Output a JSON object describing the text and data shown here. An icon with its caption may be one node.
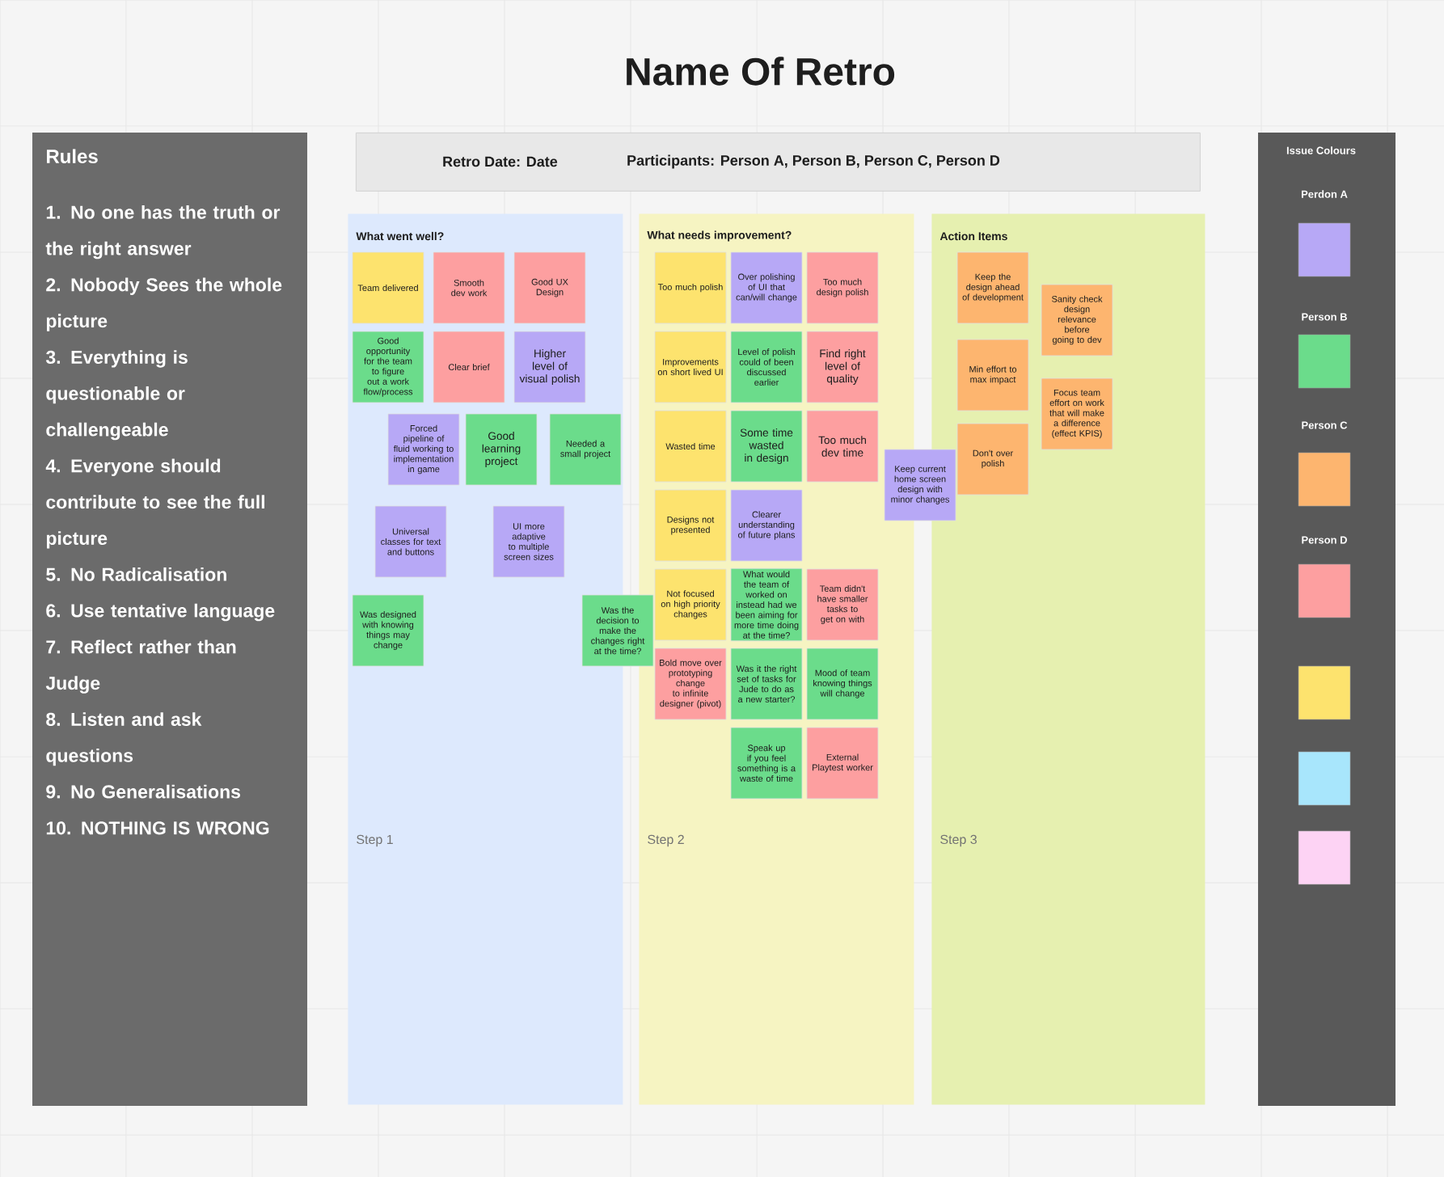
{
  "diagram": {
    "title": "Name Of Retro",
    "nodes": [
      {
        "text": [
          "Rules",
          "1. No one has the truth or the right answer",
          "2. Nobody Sees the whole picture",
          "3. Everything is questionable or challengeable",
          "4. Everyone should contribute to see the full picture",
          "5. No Radicalisation",
          "6. Use tentative language",
          "7. Reflect rather than Judge",
          "8. Listen and ask questions",
          "9. No Generalisations",
          "10. NOTHING IS WRONG"
        ]
      },
      {
        "text": [
          "Retro Date: Date",
          "Participants: Person A, Person B, Person C, Person D"
        ]
      },
      {
        "text": [
          "What went well?",
          "Step 1"
        ]
      },
      {
        "text": [
          "What needs improvement?",
          "Step 2"
        ]
      },
      {
        "text": [
          "Action Items",
          "Step 3"
        ]
      },
      {
        "text": [
          "Team delivered"
        ],
        "in": 2
      },
      {
        "text": [
          "Smooth dev work"
        ],
        "in": 2
      },
      {
        "text": [
          "Good UX Design"
        ],
        "in": 2
      },
      {
        "text": [
          "Higher level of visual polish"
        ],
        "in": 2
      },
      {
        "text": [
          "Clear brief"
        ],
        "in": 2
      },
      {
        "text": [
          "Good opportunity for the team to figure out a work flow/process"
        ],
        "in": 2
      },
      {
        "text": [
          "Needed a small project"
        ],
        "in": 2
      },
      {
        "text": [
          "Good learning project"
        ],
        "in": 2
      },
      {
        "text": [
          "Forced pipeline of fluid working to implementation in game"
        ],
        "in": 2
      },
      {
        "text": [
          "Universal classes for text and buttons"
        ],
        "in": 2
      },
      {
        "text": [
          "UI more adaptive to multiple screen sizes"
        ],
        "in": 2
      },
      {
        "text": [
          "Was designed with knowing things may change"
        ],
        "in": 2
      },
      {
        "text": [
          "Was the decision to make the changes right at the time?"
        ]
      },
      {
        "text": [
          "Too much polish"
        ],
        "in": 3
      },
      {
        "text": [
          "Over polishing of UI that can/will change"
        ],
        "in": 3
      },
      {
        "text": [
          "Too much design polish"
        ],
        "in": 3
      },
      {
        "text": [
          "Improvements on short lived UI"
        ],
        "in": 3
      },
      {
        "text": [
          "Level of polish could of been discussed earlier"
        ],
        "in": 3
      },
      {
        "text": [
          "Find right level of quality"
        ],
        "in": 3
      },
      {
        "text": [
          "Wasted time"
        ],
        "in": 3
      },
      {
        "text": [
          "Some time wasted in design"
        ],
        "in": 3
      },
      {
        "text": [
          "Too much dev time"
        ],
        "in": 3
      },
      {
        "text": [
          "Designs not presented"
        ],
        "in": 3
      },
      {
        "text": [
          "Clearer understanding of future plans"
        ],
        "in": 3
      },
      {
        "text": [
          "Not focused on high priority changes"
        ],
        "in": 3
      },
      {
        "text": [
          "What would the team of worked on instead had we been aiming for more time doing at the time?"
        ],
        "in": 3
      },
      {
        "text": [
          "Team didn't have smaller tasks to get on with"
        ],
        "in": 3
      },
      {
        "text": [
          "Bold move over prototyping change to infinite designer (pivot)"
        ],
        "in": 3
      },
      {
        "text": [
          "Was it the right set of tasks for Jude to do as a new starter?"
        ],
        "in": 3
      },
      {
        "text": [
          "Mood of team knowing things will change"
        ],
        "in": 3
      },
      {
        "text": [
          "Speak up if you feel something is a waste of time"
        ],
        "in": 3
      },
      {
        "text": [
          "External Playtest worker"
        ],
        "in": 3
      },
      {
        "text": [
          "Keep current home screen design with minor changes"
        ]
      },
      {
        "text": [
          "Keep the design ahead of development"
        ],
        "in": 4
      },
      {
        "text": [
          "Sanity check design relevance before going to dev"
        ],
        "in": 4
      },
      {
        "text": [
          "Min effort to max impact"
        ],
        "in": 4
      },
      {
        "text": [
          "Focus team effort on work that will make a difference (effect KPIS)"
        ],
        "in": 4
      },
      {
        "text": [
          "Don't over polish"
        ],
        "in": 4
      }
    ],
    "labels": [
      "Issue Colours"
    ],
    "legend": [
      {
        "text": "Perdon A",
        "color": "#b7a8f6"
      },
      {
        "text": "Person B",
        "color": "#6bdc8b"
      },
      {
        "text": "Person C",
        "color": "#fdb56f"
      },
      {
        "text": "Person D",
        "color": "#fd9fa0"
      }
    ]
  }
}
